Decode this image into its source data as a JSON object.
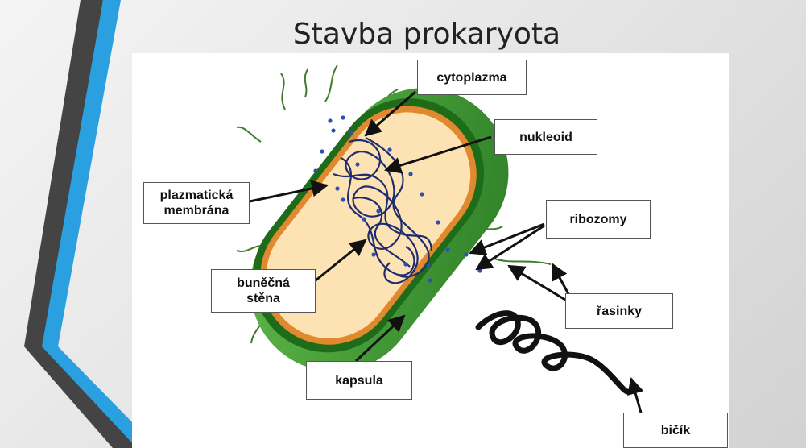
{
  "slide": {
    "title": "Stavba prokaryota"
  },
  "labels": {
    "cytoplasm": "cytoplazma",
    "nucleoid": "nukleoid",
    "plasma_membrane": "plazmatická\nmembrána",
    "ribosomes": "ribozomy",
    "cell_wall": "buněčná\nstěna",
    "pili": "řasinky",
    "capsule": "kapsula",
    "flagellum": "bičík"
  },
  "colors": {
    "capsule": "#3f9a32",
    "cell_wall": "#1e6b1a",
    "membrane": "#e0892e",
    "cytoplasm": "#fde3b4",
    "nucleoid": "#1f2d6e",
    "ribosome": "#2f4fb5",
    "accent": "#2aa0e0"
  }
}
